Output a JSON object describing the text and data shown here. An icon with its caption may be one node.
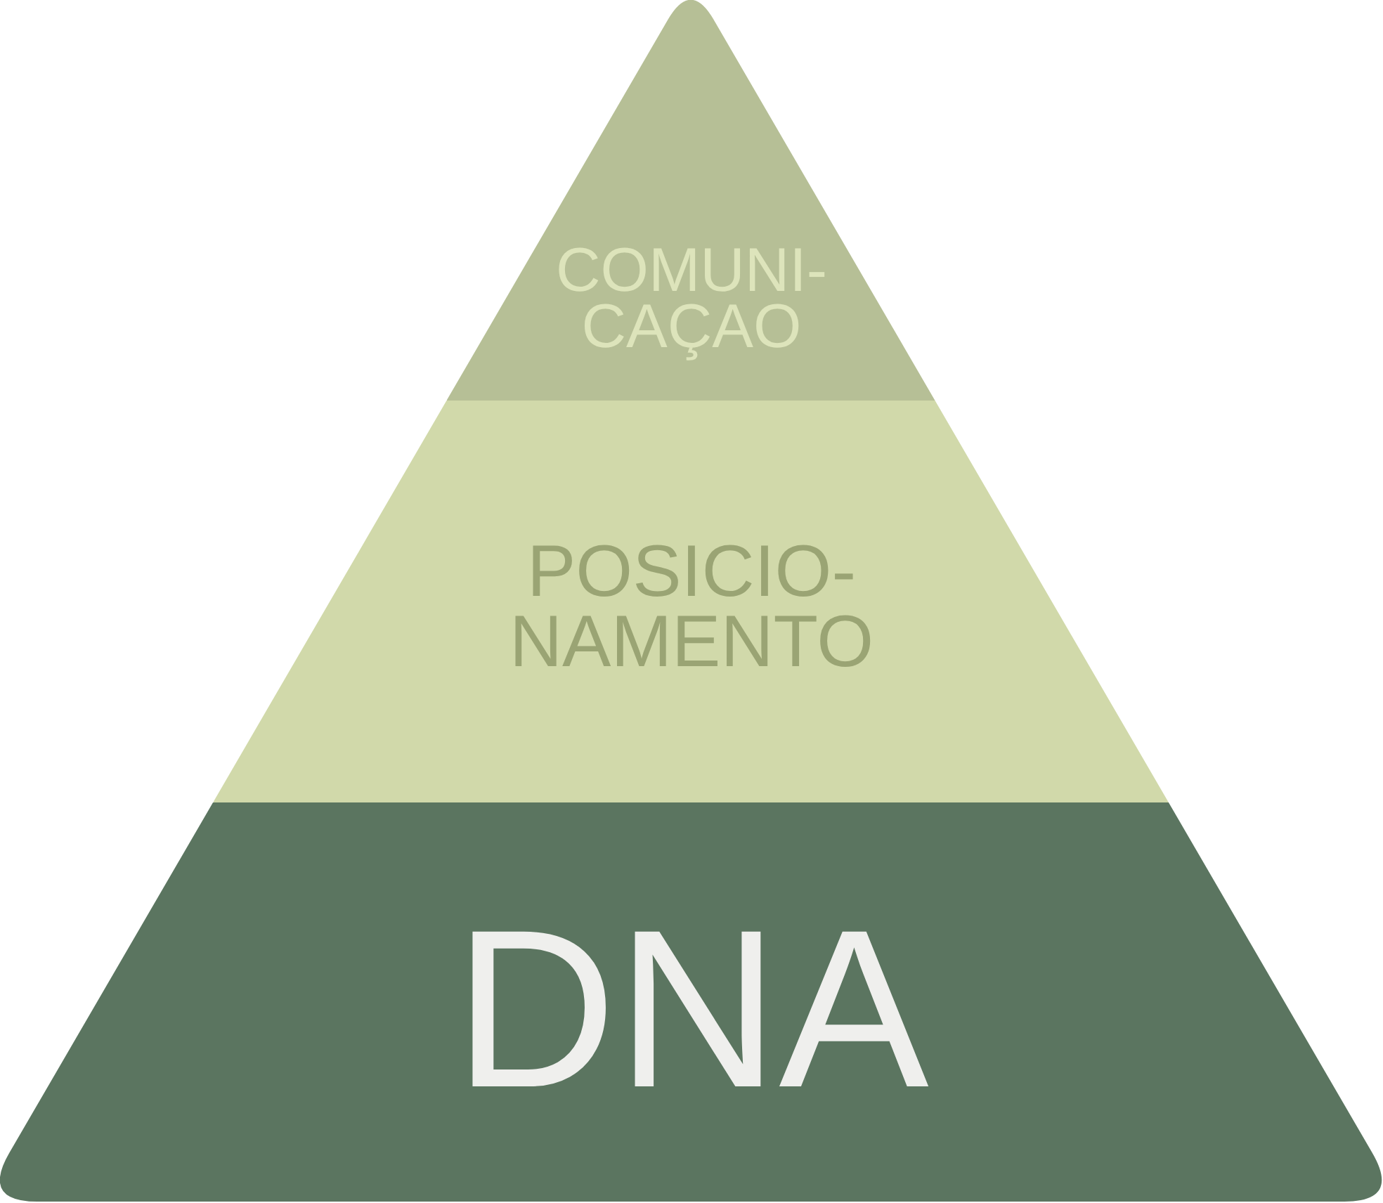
{
  "diagram": {
    "nodes": [
      {
        "text": [
          "COMUNI-CAÇAO"
        ]
      },
      {
        "text": [
          "POSICIO-NAMENTO"
        ]
      },
      {
        "text": [
          "DNA"
        ]
      }
    ]
  }
}
